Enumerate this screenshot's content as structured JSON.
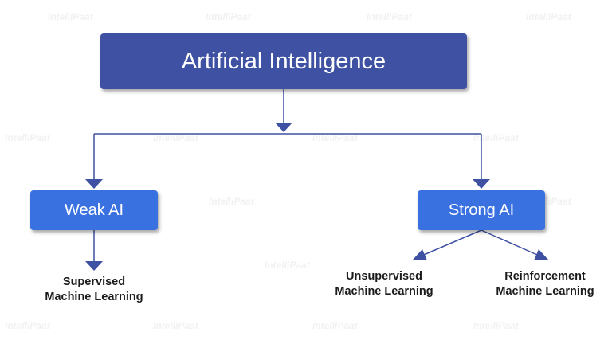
{
  "root": {
    "label": "Artificial Intelligence"
  },
  "children": [
    {
      "label": "Weak AI",
      "leaves": [
        {
          "line1": "Supervised",
          "line2": "Machine Learning"
        }
      ]
    },
    {
      "label": "Strong AI",
      "leaves": [
        {
          "line1": "Unsupervised",
          "line2": "Machine Learning"
        },
        {
          "line1": "Reinforcement",
          "line2": "Machine Learning"
        }
      ]
    }
  ],
  "watermark": "IntelliPaat",
  "colors": {
    "root": "#3f51a3",
    "child": "#3a71e1",
    "connector": "#3f51a3",
    "leaf_text": "#1b1b1b"
  }
}
